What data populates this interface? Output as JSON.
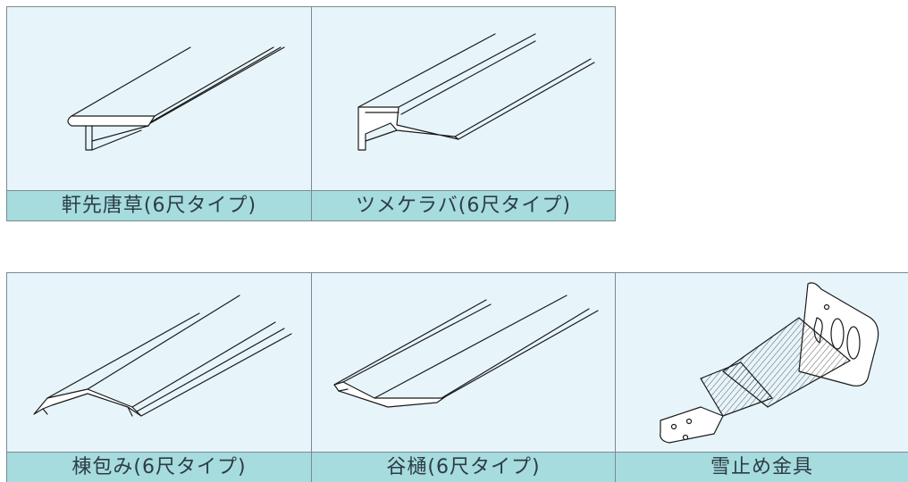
{
  "products": [
    {
      "label": "軒先唐草(6尺タイプ)",
      "icon": "eaves-drip-flashing-icon"
    },
    {
      "label": "ツメケラバ(6尺タイプ)",
      "icon": "verge-flashing-icon"
    },
    {
      "label": "棟包み(6尺タイプ)",
      "icon": "ridge-cap-icon"
    },
    {
      "label": "谷樋(6尺タイプ)",
      "icon": "valley-gutter-icon"
    },
    {
      "label": "雪止め金具",
      "icon": "snow-guard-bracket-icon"
    }
  ],
  "colors": {
    "card_background": "#e7f5fb",
    "label_background": "#a6dcde",
    "border": "#7a8a90",
    "label_text": "#2d3c46"
  }
}
